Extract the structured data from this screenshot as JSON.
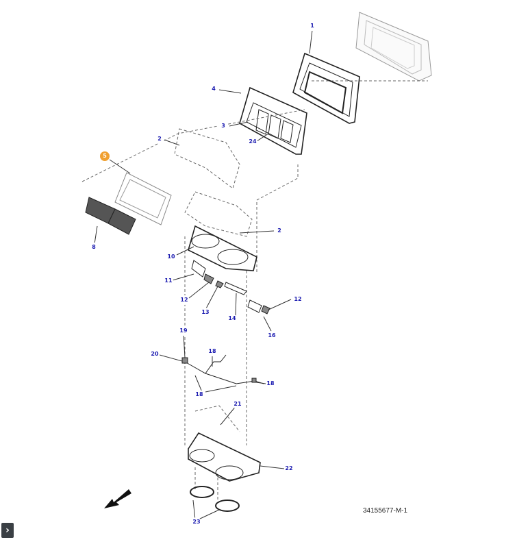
{
  "callouts": [
    {
      "label": "1"
    },
    {
      "label": "4"
    },
    {
      "label": "3"
    },
    {
      "label": "2"
    },
    {
      "label": "24"
    },
    {
      "label": "5"
    },
    {
      "label": "2"
    },
    {
      "label": "8"
    },
    {
      "label": "10"
    },
    {
      "label": "11"
    },
    {
      "label": "12"
    },
    {
      "label": "13"
    },
    {
      "label": "14"
    },
    {
      "label": "12"
    },
    {
      "label": "16"
    },
    {
      "label": "19"
    },
    {
      "label": "20"
    },
    {
      "label": "18"
    },
    {
      "label": "18"
    },
    {
      "label": "18"
    },
    {
      "label": "21"
    },
    {
      "label": "22"
    },
    {
      "label": "23"
    }
  ],
  "highlight_color": "#f0a030",
  "callout_text_color": "#1a1ab0",
  "reference_code": "34155677-M-1",
  "expand_icon": "chevron-right-icon"
}
